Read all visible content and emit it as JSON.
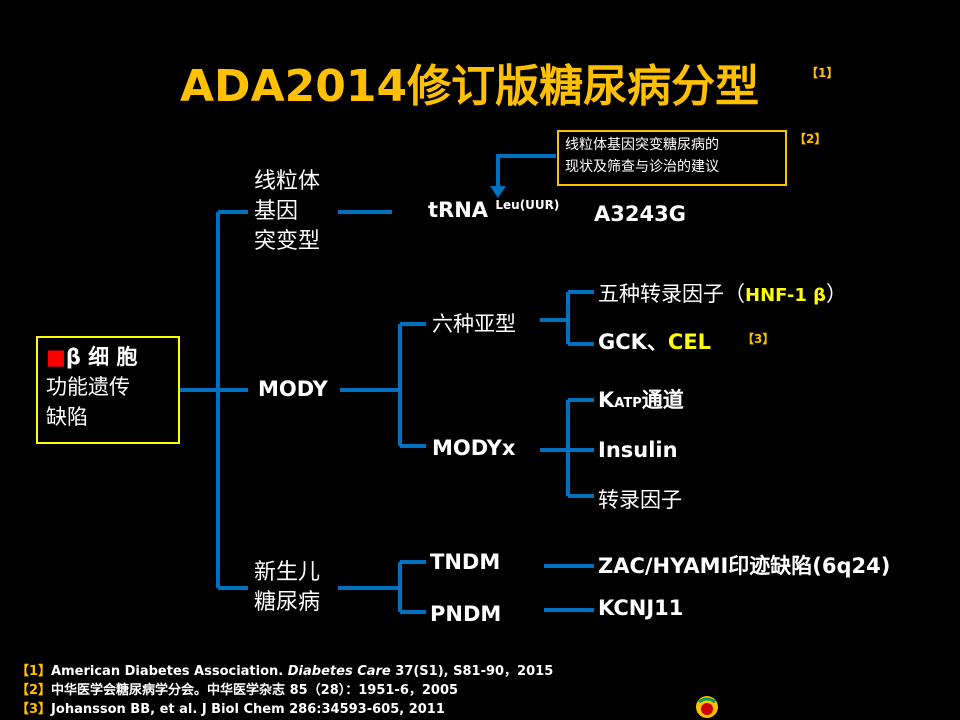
{
  "title": "ADA2014修订版糖尿病分型",
  "title_ref": "【1】",
  "note": {
    "line1": "线粒体基因突变糖尿病的",
    "line2": "现状及筛查与诊治的建议",
    "ref": "【2】"
  },
  "root": {
    "bullet": "■",
    "line1": "β 细 胞",
    "line2": "功能遗传",
    "line3": "缺陷"
  },
  "categories": {
    "mito": {
      "line1": "线粒体",
      "line2": "基因",
      "line3": "突变型"
    },
    "mody": "MODY",
    "neonatal": {
      "line1": "新生儿",
      "line2": "糖尿病"
    }
  },
  "mito_items": {
    "trna": "tRNA",
    "trna_sup": "Leu(UUR)",
    "mutation": "A3243G"
  },
  "mody_subtypes": {
    "six": "六种亚型",
    "x": "MODYx"
  },
  "six_items": {
    "item1": "五种转录因子（",
    "hnf": "HNF-1 β",
    "close": "）",
    "item2_a": "GCK、",
    "item2_b": "CEL",
    "item2_ref": "【3】"
  },
  "x_items": {
    "katp_k": "K",
    "katp_sub": "ATP",
    "katp_rest": "通道",
    "insulin": "Insulin",
    "tf": "转录因子"
  },
  "neonatal_items": {
    "tndm": "TNDM",
    "pndm": "PNDM",
    "tndm_desc": "ZAC/HYAMI印迹缺陷(6q24)",
    "pndm_desc": "KCNJ11"
  },
  "references": [
    {
      "key": "【1】",
      "pre": "American Diabetes Association. ",
      "journal": "Diabetes Care",
      "post": " 37(S1), S81-90，2015"
    },
    {
      "key": "【2】",
      "pre": "中华医学会糖尿病学分会。中华医学杂志 85（28）：1951-6，2005",
      "journal": "",
      "post": ""
    },
    {
      "key": "【3】",
      "pre": "Johansson BB, et al. J Biol Chem 286:34593-605, 2011",
      "journal": "",
      "post": ""
    }
  ],
  "colors": {
    "accent": "#ffc000",
    "line": "#0070c0",
    "box": "#ffff00"
  }
}
